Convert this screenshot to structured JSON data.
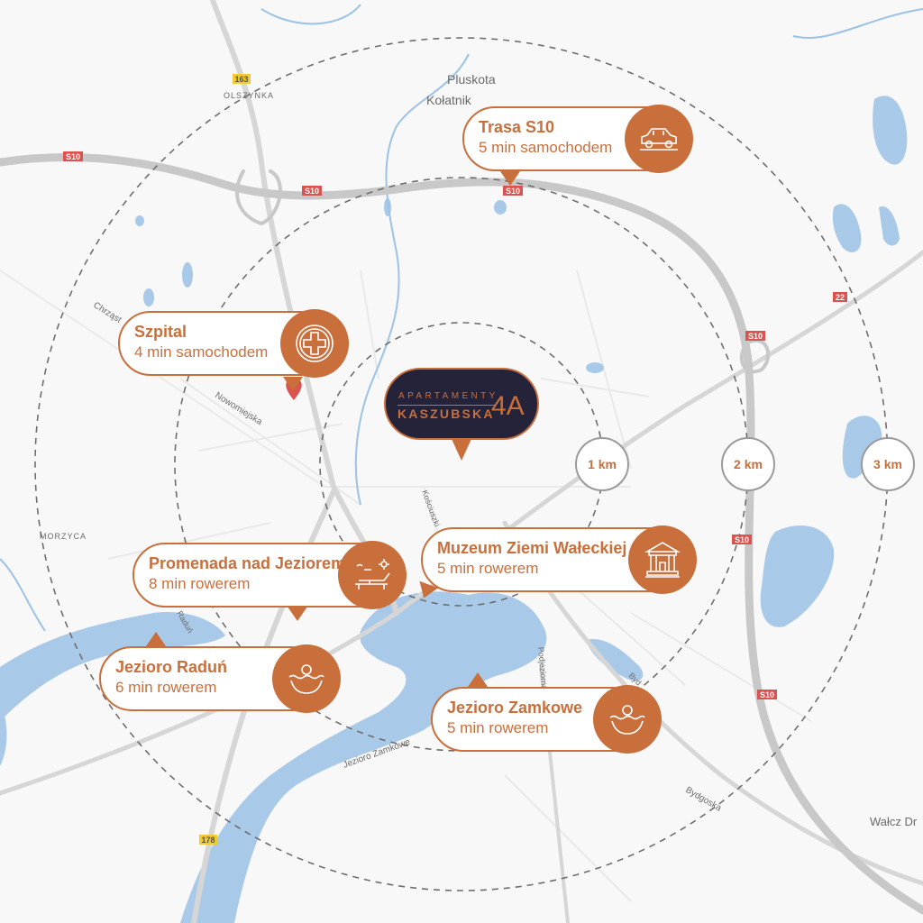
{
  "logo": {
    "line1": "APARTAMENTY",
    "line2": "KASZUBSKA",
    "number": "4A"
  },
  "colors": {
    "accent": "#c86f3c",
    "navy": "#25233a",
    "water": "#a9c9e8",
    "road": "#c4c4c4",
    "road_badge_red": "#d9534f",
    "road_badge_yellow": "#f2cb2e"
  },
  "distance_rings": [
    {
      "label": "1 km"
    },
    {
      "label": "2 km"
    },
    {
      "label": "3 km"
    }
  ],
  "callouts": [
    {
      "title": "Trasa S10",
      "subtitle": "5 min samochodem",
      "icon": "car-icon"
    },
    {
      "title": "Szpital",
      "subtitle": "4 min samochodem",
      "icon": "hospital-cross-icon"
    },
    {
      "title": "Promenada nad Jeziorem",
      "subtitle": "8 min rowerem",
      "icon": "beach-lounger-icon"
    },
    {
      "title": "Muzeum Ziemi Wałeckiej",
      "subtitle": "5 min rowerem",
      "icon": "museum-icon"
    },
    {
      "title": "Jezioro Raduń",
      "subtitle": "6 min rowerem",
      "icon": "lake-icon"
    },
    {
      "title": "Jezioro Zamkowe",
      "subtitle": "5 min rowerem",
      "icon": "lake-icon"
    }
  ],
  "map_labels": {
    "pluskota": "Pluskota",
    "kolatnik": "Kołatnik",
    "olszynka": "OLSZYNKA",
    "morzyca": "MORZYCA",
    "walcz": "Wałcz Dr",
    "nowomiejska": "Nowomiejska",
    "chrzast": "Chrząst",
    "kosciuszki": "Kościuszki",
    "zamkowe_street": "Jezioro Zamkowe",
    "bydgoska1": "Byd",
    "bydgoska2": "Bydgoska",
    "radun": "Raduń",
    "podjeziorna": "Podjeziorna"
  },
  "road_badges": {
    "s10": "S10",
    "r22": "22",
    "r163": "163",
    "r178": "178"
  }
}
